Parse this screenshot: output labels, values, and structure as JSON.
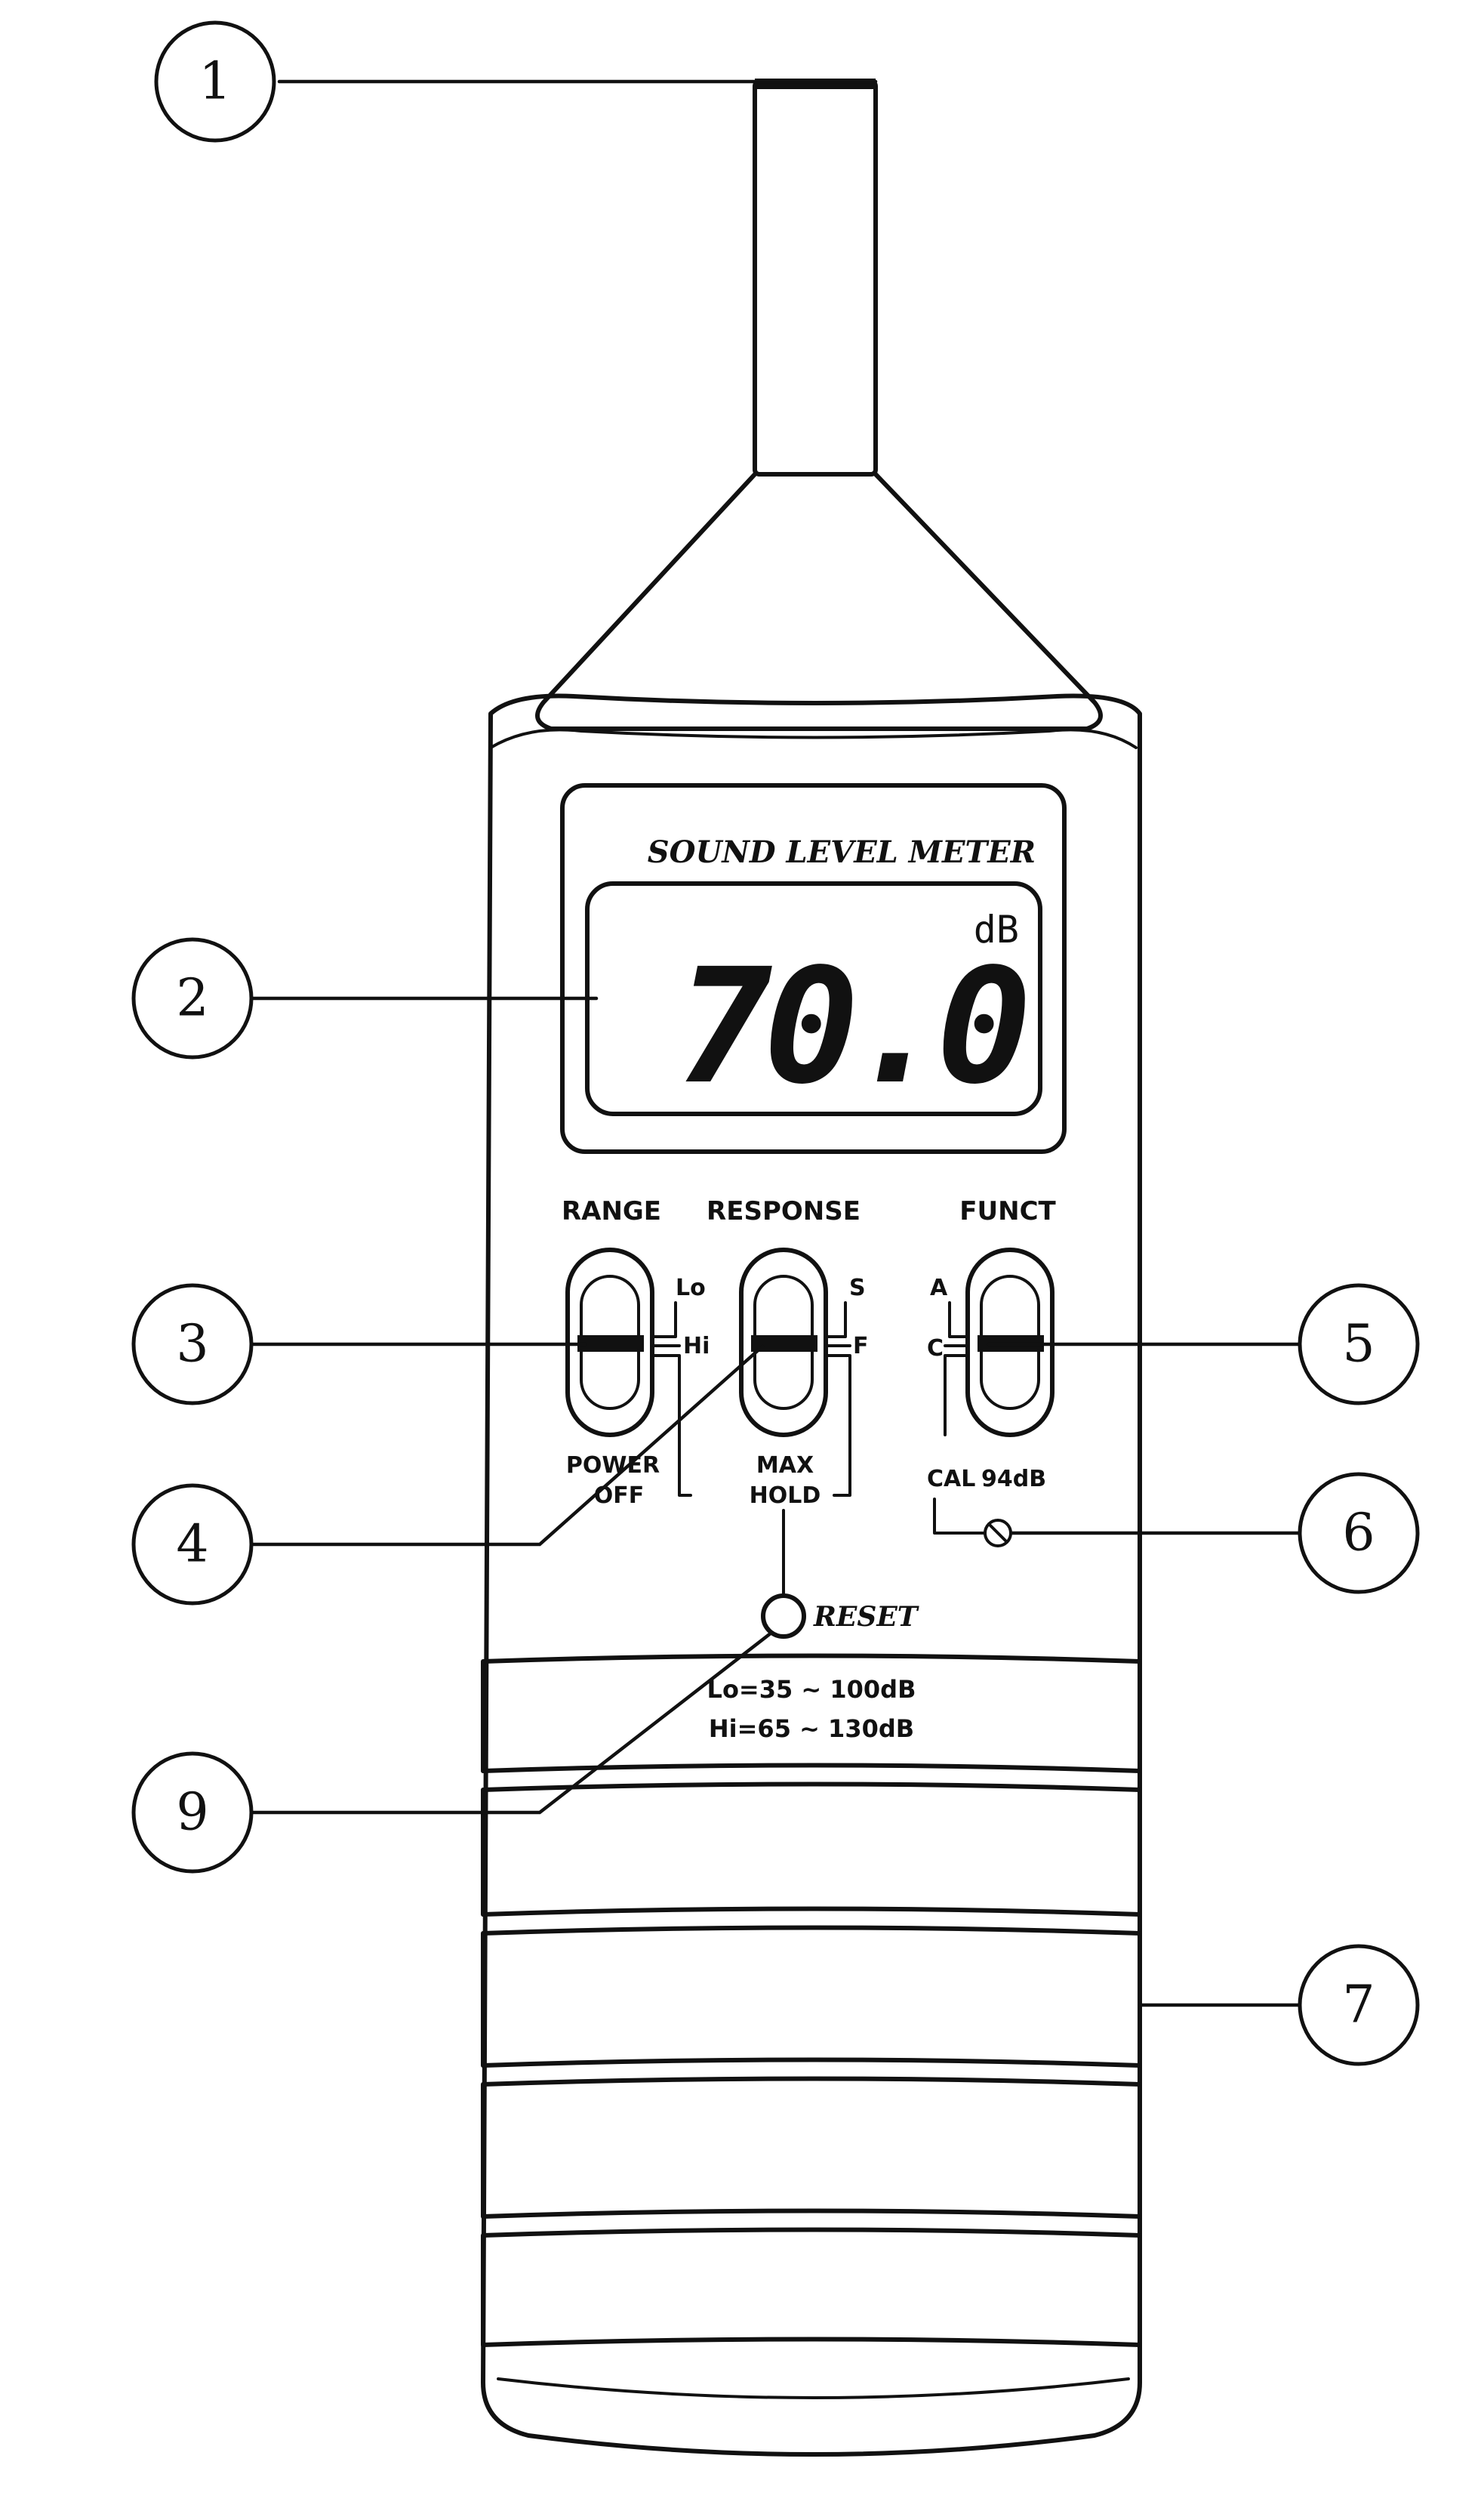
{
  "callouts": [
    "1",
    "2",
    "3",
    "4",
    "5",
    "6",
    "7",
    "9"
  ],
  "meter": {
    "brand_label": "SOUND LEVEL METER",
    "display_value": "70.0",
    "display_unit": "dB",
    "range_label": "RANGE",
    "response_label": "RESPONSE",
    "funct_label": "FUNCT",
    "range_lo": "Lo",
    "range_hi": "Hi",
    "power_off_line1": "POWER",
    "power_off_line2": "OFF",
    "response_s": "S",
    "response_f": "F",
    "max_hold_line1": "MAX",
    "max_hold_line2": "HOLD",
    "funct_a": "A",
    "funct_c": "C",
    "cal_label": "CAL",
    "cal_value": "94dB",
    "reset_label": "RESET",
    "range_spec_lo": "Lo=35 ~ 100dB",
    "range_spec_hi": "Hi=65 ~ 130dB"
  }
}
